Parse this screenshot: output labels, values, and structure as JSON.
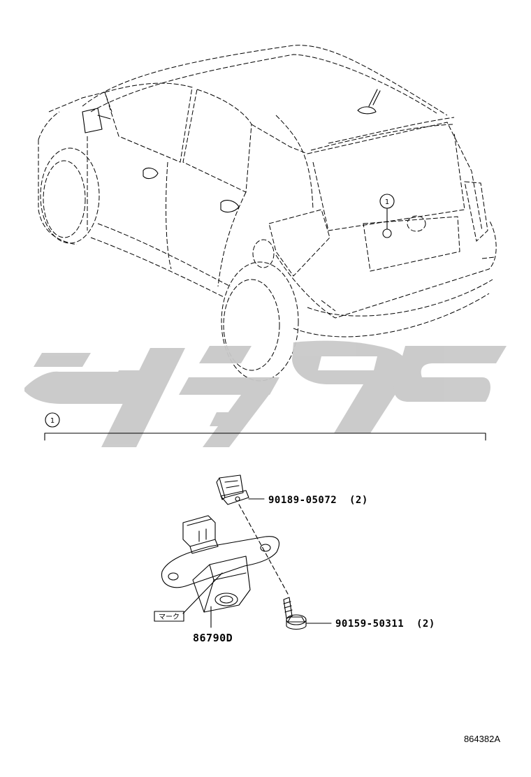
{
  "callouts": {
    "car_marker": "1",
    "section_marker": "1"
  },
  "parts": {
    "grommet": {
      "number": "90189-05072",
      "qty": "(2)"
    },
    "screw": {
      "number": "90159-50311",
      "qty": "(2)"
    },
    "camera": {
      "number": "86790D"
    }
  },
  "mark_label": "マーク",
  "diagram_ref": "864382A",
  "watermark_color": "#c9c9c9"
}
